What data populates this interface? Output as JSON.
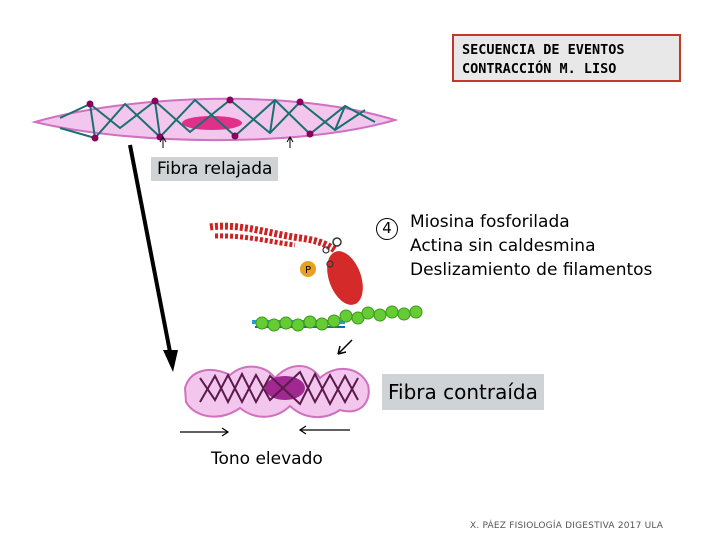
{
  "title": {
    "line1": "SECUENCIA DE EVENTOS",
    "line2": "CONTRACCIÓN M. LISO"
  },
  "labels": {
    "fibra_relajada": "Fibra relajada",
    "fibra_contraida": "Fibra contraída",
    "tono_elevado": "Tono elevado",
    "phosphate": "P"
  },
  "step": {
    "number": "4",
    "lines": [
      "Miosina fosforilada",
      "Actina sin caldesmina",
      "Deslizamiento de filamentos"
    ]
  },
  "footer": "X. PÁEZ   FISIOLOGÍA DIGESTIVA 2017 ULA",
  "colors": {
    "title_border": "#c0392b",
    "fiber_fill": "#f3c6ee",
    "fiber_outline": "#d070c0",
    "cross_lines": "#1a7070",
    "nucleus": "#e0308a",
    "myosin": "#cc2222",
    "actin": "#66cc33",
    "tropomyosin": "#2a9ad6",
    "phosphate": "#e8a020"
  }
}
